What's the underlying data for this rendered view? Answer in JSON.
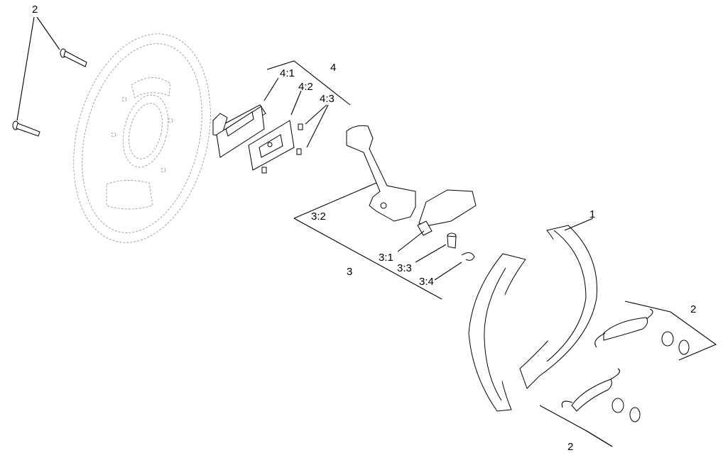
{
  "labels": {
    "bolts_top": "2",
    "shoe_kit": "1",
    "lever_kit": "3",
    "lever": "3:2",
    "adjuster": "3:1",
    "pin": "3:3",
    "clip": "3:4",
    "seal_kit": "4",
    "seal_cover": "4:1",
    "seal_plate": "4:2",
    "screws": "4:3",
    "spring_kit_upper": "2",
    "spring_kit_lower": "2"
  }
}
